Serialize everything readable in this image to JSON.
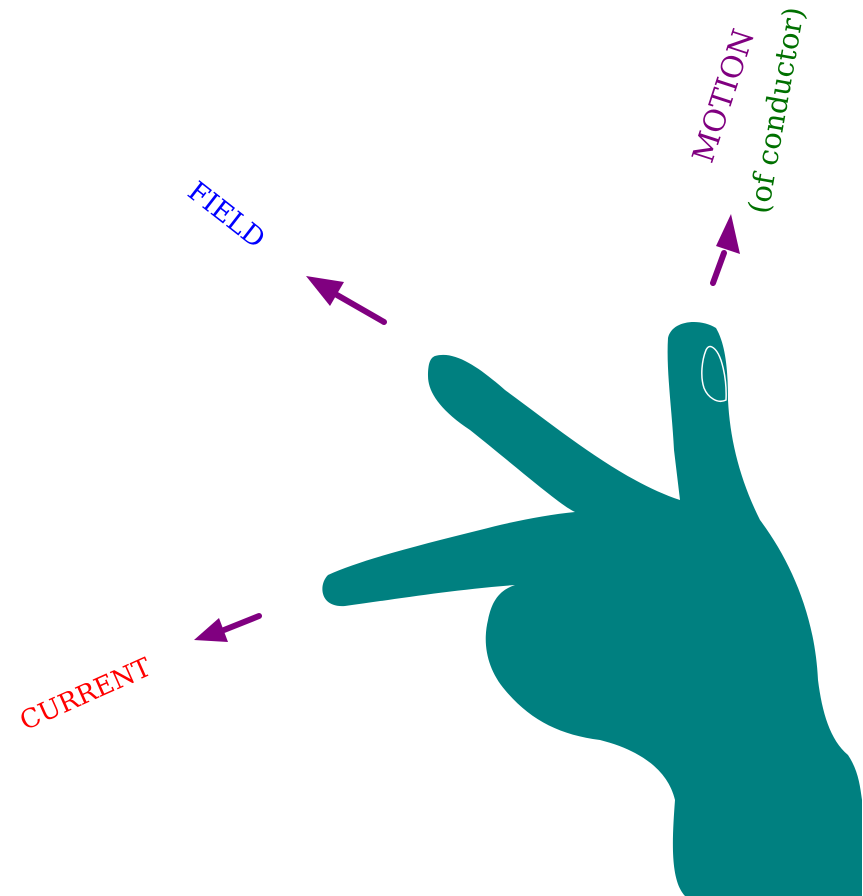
{
  "labels": {
    "field": "FIELD",
    "current": "CURRENT",
    "motion": "MOTION",
    "motion_detail": "(of conductor)"
  },
  "colors": {
    "background": "#ffffff",
    "hand": "#008080",
    "arrow": "#800080",
    "field": "#0000ff",
    "current": "#ff0000",
    "motion": "#800080",
    "motion_detail": "#007000",
    "thumbnail_outline": "#ffffff"
  },
  "icons": {
    "hand": "left-hand-icon",
    "arrow": "arrow-icon"
  }
}
